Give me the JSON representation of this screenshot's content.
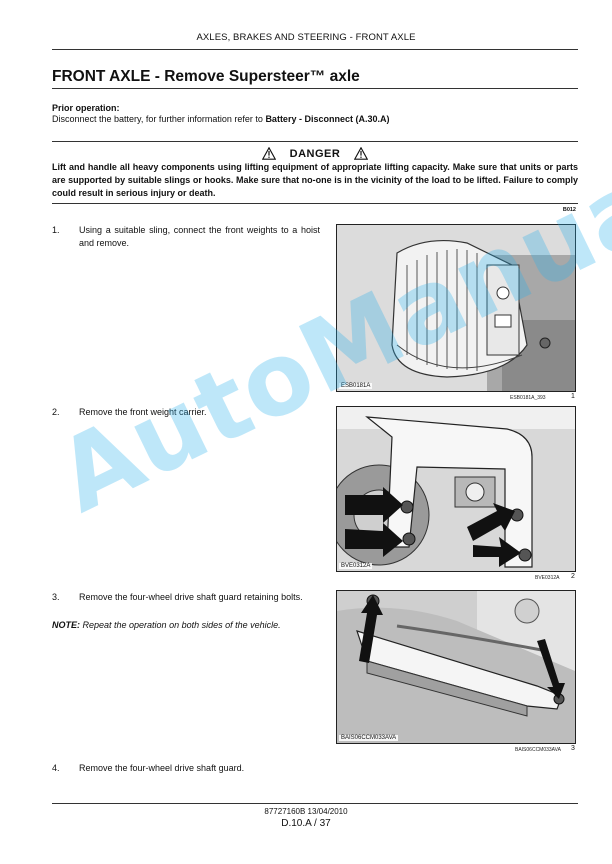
{
  "header": {
    "running_title": "AXLES, BRAKES AND STEERING - FRONT AXLE"
  },
  "title": "FRONT AXLE - Remove Supersteer™ axle",
  "prior": {
    "label": "Prior operation:",
    "text": "Disconnect the battery, for further information refer to ",
    "ref": "Battery - Disconnect (A.30.A)"
  },
  "danger": {
    "word": "DANGER",
    "text": "Lift and handle all heavy components using lifting equipment of appropriate lifting capacity. Make sure that units or parts are supported by suitable slings or hooks. Make sure that no-one is in the vicinity of the load to be lifted. Failure to comply could result in serious injury or death.",
    "code": "B012"
  },
  "steps": [
    {
      "num": "1.",
      "text": "Using a suitable sling, connect the front weights to a hoist and remove."
    },
    {
      "num": "2.",
      "text": "Remove the front weight carrier."
    },
    {
      "num": "3.",
      "text": "Remove the four-wheel drive shaft guard retaining bolts."
    },
    {
      "num": "4.",
      "text": "Remove the four-wheel drive shaft guard."
    }
  ],
  "note": {
    "label": "NOTE:",
    "text": " Repeat the operation on both sides of the vehicle."
  },
  "figures": [
    {
      "label": "ESB0181A",
      "caption": "ESB0181A_393",
      "number": "1"
    },
    {
      "label": "BVE0312A",
      "caption": "BVE0312A",
      "number": "2"
    },
    {
      "label": "BAIS06CCM033AVA",
      "caption": "BAIS06CCM033AVA",
      "number": "3"
    }
  ],
  "watermark": "AutoManual",
  "footer": {
    "doc": "87727160B 13/04/2010",
    "page": "D.10.A / 37"
  }
}
